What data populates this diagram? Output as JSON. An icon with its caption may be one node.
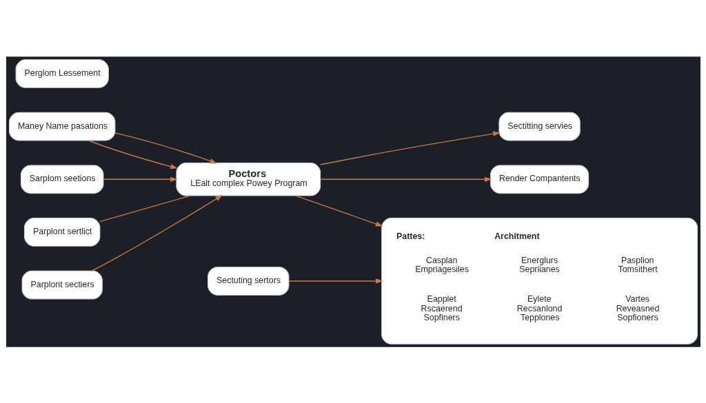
{
  "diagram": {
    "nodes": [
      {
        "text": [
          "Maney Name pasations"
        ]
      },
      {
        "text": [
          "Sarplom seetions"
        ]
      },
      {
        "text": [
          "Parplont sertlict"
        ]
      },
      {
        "text": [
          "Parplont sectiers"
        ]
      },
      {
        "text": [
          "Poctors",
          "LEalt complex Powey Program"
        ]
      },
      {
        "text": [
          "Sectitting servies"
        ]
      },
      {
        "text": [
          "Sectuting sertors"
        ]
      },
      {
        "text": [
          "Pattes:",
          "Architment",
          "Casplan Empriagesiles",
          "Energlurs Sepriianes",
          "Pasplion Tomsithert",
          "Eapplet Rscaerend Sopfiners",
          "Eylete Recsanlond Tepplones",
          "Vartes Reveasned Sopfioners"
        ]
      },
      {
        "text": [
          "Render Compantents"
        ]
      },
      {
        "text": [
          "Perglom Lessement"
        ]
      }
    ],
    "edges": [
      {
        "from": 0,
        "to": 4,
        "arrow": "to"
      },
      {
        "from": 0,
        "to": 4,
        "arrow": "to"
      },
      {
        "from": 1,
        "to": 4,
        "arrow": "to"
      },
      {
        "from": 2,
        "to": 4,
        "arrow": "none"
      },
      {
        "from": 3,
        "to": 4,
        "arrow": "to"
      },
      {
        "from": 4,
        "to": 5,
        "arrow": "to"
      },
      {
        "from": 6,
        "to": 7,
        "arrow": "to"
      },
      {
        "from": 4,
        "to": 7,
        "arrow": "to"
      },
      {
        "from": 4,
        "to": 8,
        "arrow": "to"
      }
    ]
  }
}
